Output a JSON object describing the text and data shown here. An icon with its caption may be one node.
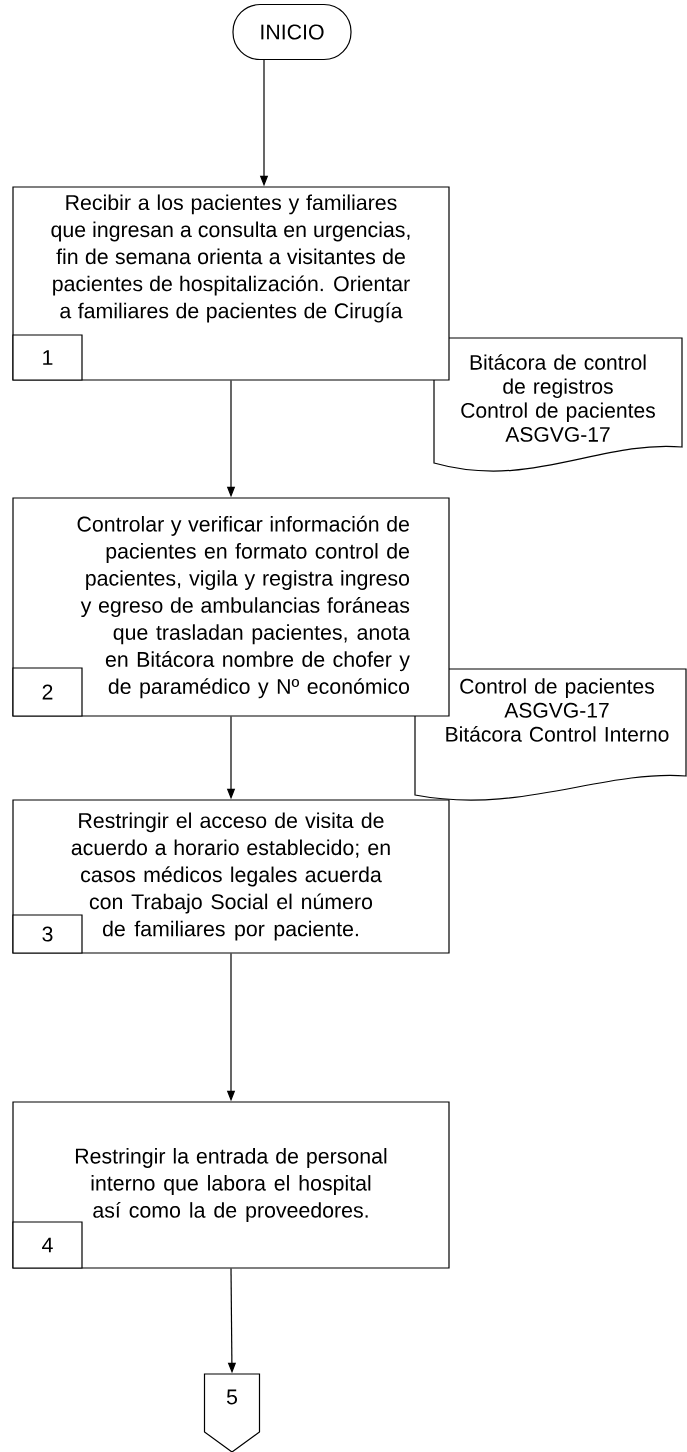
{
  "diagram": {
    "nodes": [
      {
        "text": [
          "INICIO"
        ]
      },
      {
        "text": [
          "Recibir a los pacientes y familiares que ingresan a consulta en urgencias, fin de semana orienta a visitantes de pacientes de hospitalización. Orientar a familiares de pacientes de Cirugía"
        ]
      },
      {
        "text": [
          "1"
        ],
        "in": 1
      },
      {
        "text": [
          "Bitácora de control de registros",
          "Control de pacientes",
          "ASGVG-17"
        ]
      },
      {
        "text": [
          "Controlar y verificar información de pacientes en formato control de pacientes, vigila y registra ingreso y egreso de ambulancias foráneas que trasladan pacientes, anota en Bitácora nombre de chofer y de paramédico y Nº económico"
        ]
      },
      {
        "text": [
          "2"
        ],
        "in": 4
      },
      {
        "text": [
          "Control de pacientes",
          "ASGVG-17",
          "Bitácora Control Interno"
        ]
      },
      {
        "text": [
          "Restringir el acceso de visita de acuerdo a horario establecido; en casos médicos legales acuerda con Trabajo Social el número de familiares por paciente."
        ]
      },
      {
        "text": [
          "3"
        ],
        "in": 7
      },
      {
        "text": [
          "Restringir la entrada de personal interno que labora el hospital así como la de proveedores."
        ]
      },
      {
        "text": [
          "4"
        ],
        "in": 9
      },
      {
        "text": [
          "5"
        ]
      }
    ],
    "edges": [
      {
        "from": 0,
        "to": 1,
        "arrow": "to"
      },
      {
        "from": 1,
        "to": 4,
        "arrow": "to"
      },
      {
        "from": 4,
        "to": 7,
        "arrow": "to"
      },
      {
        "from": 7,
        "to": 9,
        "arrow": "to"
      },
      {
        "from": 9,
        "to": 11,
        "arrow": "to"
      }
    ]
  }
}
